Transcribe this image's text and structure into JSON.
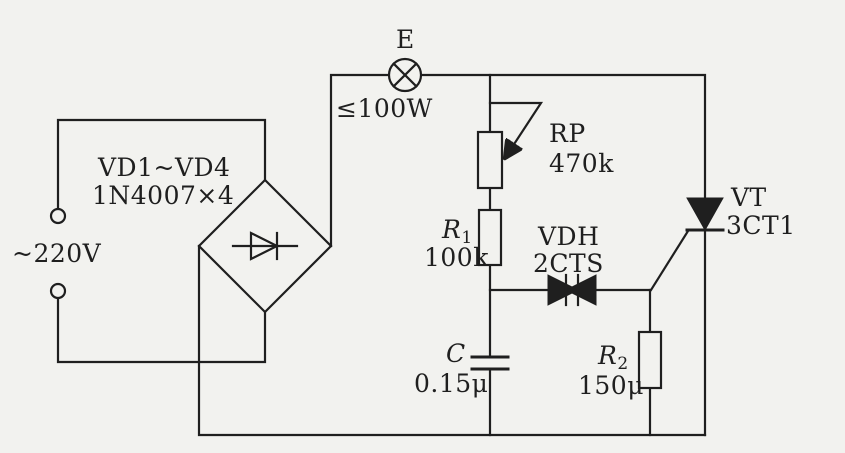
{
  "colors": {
    "ink": "#1f1f1f",
    "paper": "#f2f2ef"
  },
  "components": {
    "ac_input": {
      "label": "~220V"
    },
    "bridge": {
      "name": "VD1~VD4",
      "type": "1N4007×4"
    },
    "lamp": {
      "name": "E",
      "rating": "≤100W"
    },
    "potentiometer": {
      "name": "RP",
      "value": "470k"
    },
    "r1": {
      "symbol": "R",
      "sub": "1",
      "value": "100k"
    },
    "diac": {
      "name": "VDH",
      "type": "2CTS"
    },
    "thyristor": {
      "name": "VT",
      "type": "3CT1"
    },
    "capacitor": {
      "symbol": "C",
      "value": "0.15μ"
    },
    "r2": {
      "symbol": "R",
      "sub": "2",
      "value": "150μ"
    }
  }
}
